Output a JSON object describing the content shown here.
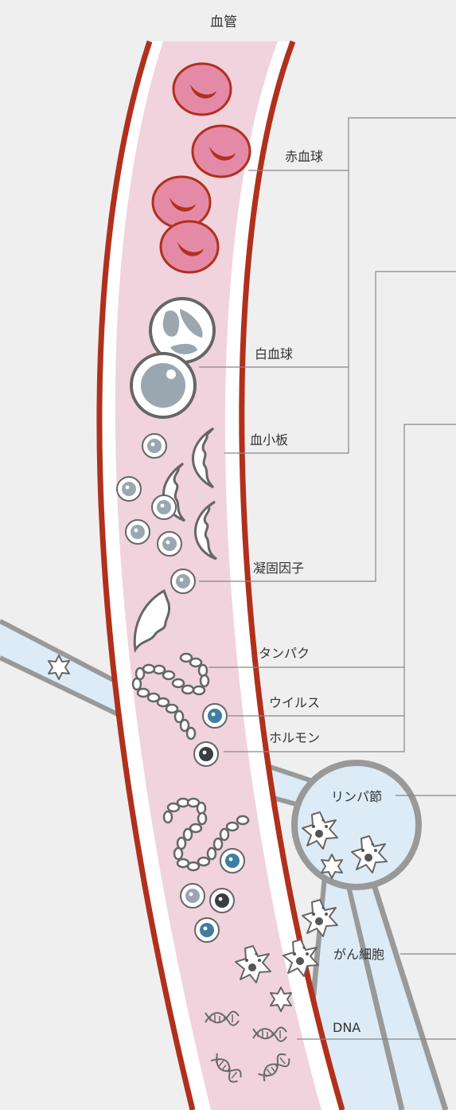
{
  "title": "血管",
  "labels": {
    "red_blood_cell": "赤血球",
    "white_blood_cell": "白血球",
    "platelet": "血小板",
    "clotting_factor": "凝固因子",
    "protein": "タンパク",
    "virus": "ウイルス",
    "hormone": "ホルモン",
    "lymph_node": "リンパ節",
    "cancer_cell": "がん細胞",
    "dna": "DNA"
  },
  "colors": {
    "background": "#efefef",
    "vessel_wall": "#b0301c",
    "vessel_lumen": "#f0d3dc",
    "red_cell": "#e48aa6",
    "lymph_fluid": "#dcebf6",
    "lymph_wall": "#999999",
    "leader_line": "#888888",
    "virus": "#3f7ea0",
    "hormone": "#3a3d42",
    "particle": "#9aa7b0"
  }
}
